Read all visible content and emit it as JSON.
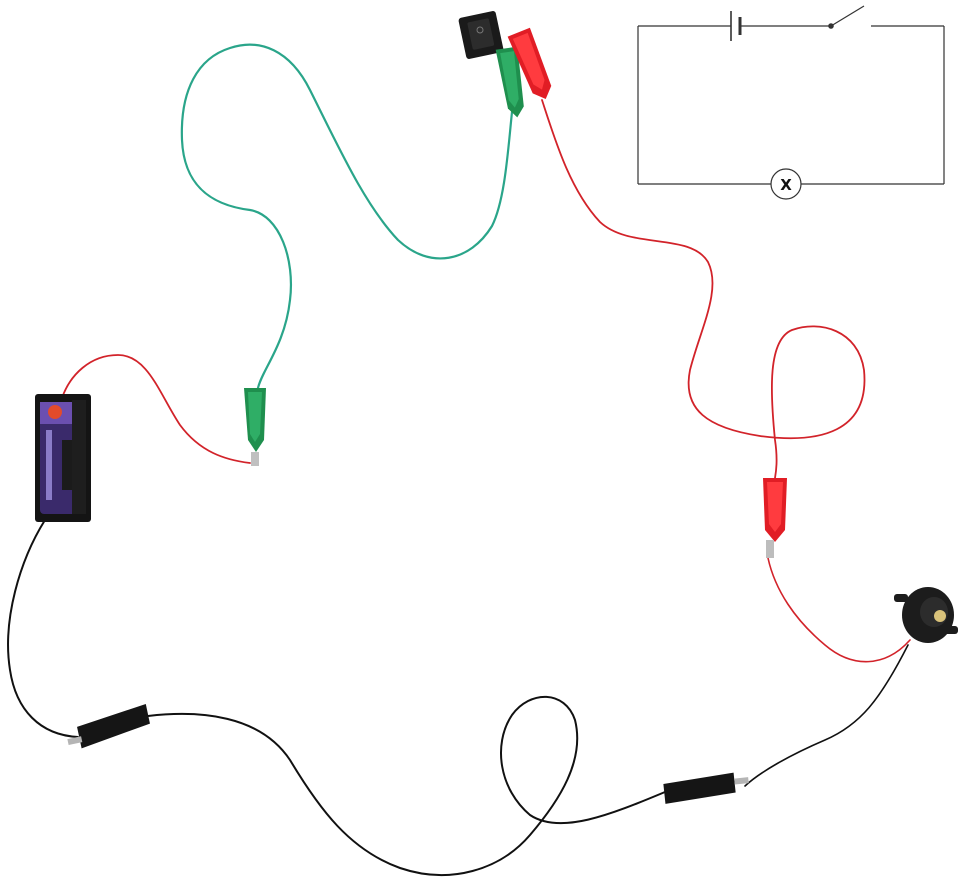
{
  "schematic": {
    "lamp_symbol": "X",
    "components": [
      "battery-symbol",
      "switch-symbol",
      "lamp-symbol"
    ]
  },
  "photo": {
    "components": [
      "battery-holder",
      "rocker-switch",
      "buzzer"
    ],
    "wire_colors": {
      "green": "#2aa58a",
      "red": "#d2232a",
      "black": "#111111"
    },
    "clip_colors": {
      "green": "#1f8f4e",
      "red": "#e11d25",
      "black": "#151515"
    }
  }
}
